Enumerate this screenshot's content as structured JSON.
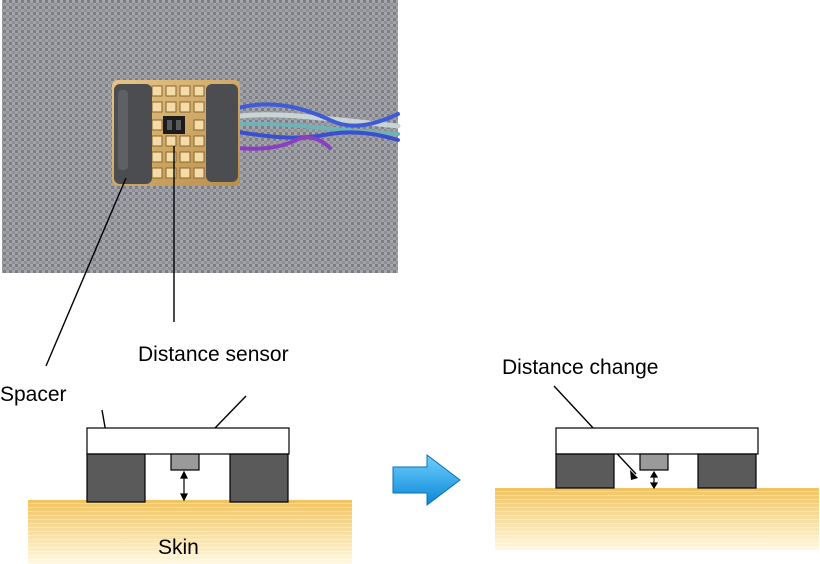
{
  "labels": {
    "spacer": "Spacer",
    "distance_sensor": "Distance sensor",
    "distance_change": "Distance change",
    "skin": "Skin"
  },
  "colors": {
    "spacer_fill": "#5a5a5a",
    "sensor_fill": "#9a9a9a",
    "skin_top": "#f2c25e",
    "skin_bottom": "#fff8e2",
    "arrow_fill": "#1e9fe6",
    "cloth": "#8e9096",
    "wire_blue": "#3f5bd8",
    "wire_purple": "#8a3fc2",
    "wire_teal": "#6db3b7"
  },
  "icons": {
    "transition_arrow": "right-arrow-icon"
  }
}
